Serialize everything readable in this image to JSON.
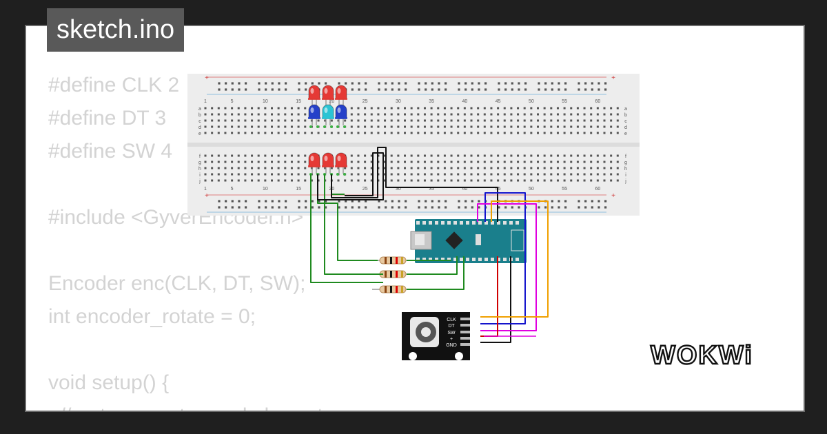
{
  "header": {
    "filename": "sketch.ino"
  },
  "code_lines": [
    "#define CLK 2",
    "#define DT 3",
    "#define SW 4",
    "",
    "#include <GyverEncoder.h>",
    "",
    "Encoder enc(CLK, DT, SW);",
    "int encoder_rotate = 0;",
    "",
    "void setup() {",
    "  // put your setup code here, to run once:"
  ],
  "breadboard": {
    "column_numbers": [
      "1",
      "5",
      "10",
      "15",
      "20",
      "25",
      "30",
      "35",
      "40",
      "45",
      "50",
      "55",
      "60"
    ],
    "row_letters_top": [
      "a",
      "b",
      "c",
      "d",
      "e"
    ],
    "row_letters_bottom": [
      "f",
      "g",
      "h",
      "i",
      "j"
    ],
    "plus_sign": "+",
    "minus_sign": "-"
  },
  "encoder": {
    "pins": [
      "CLK",
      "DT",
      "SW",
      "+",
      "GND"
    ]
  },
  "colors": {
    "led_red": "#e53935",
    "led_blue": "#2541c9",
    "led_cyan": "#2bc4d4",
    "board": "#1a7f8c",
    "wire_green": "#1f8a1f",
    "wire_black": "#111111",
    "wire_blue": "#1414cc",
    "wire_orange": "#f0a000",
    "wire_magenta": "#e000e0",
    "wire_red": "#d00000"
  },
  "brand": {
    "name": "WOKWi"
  }
}
